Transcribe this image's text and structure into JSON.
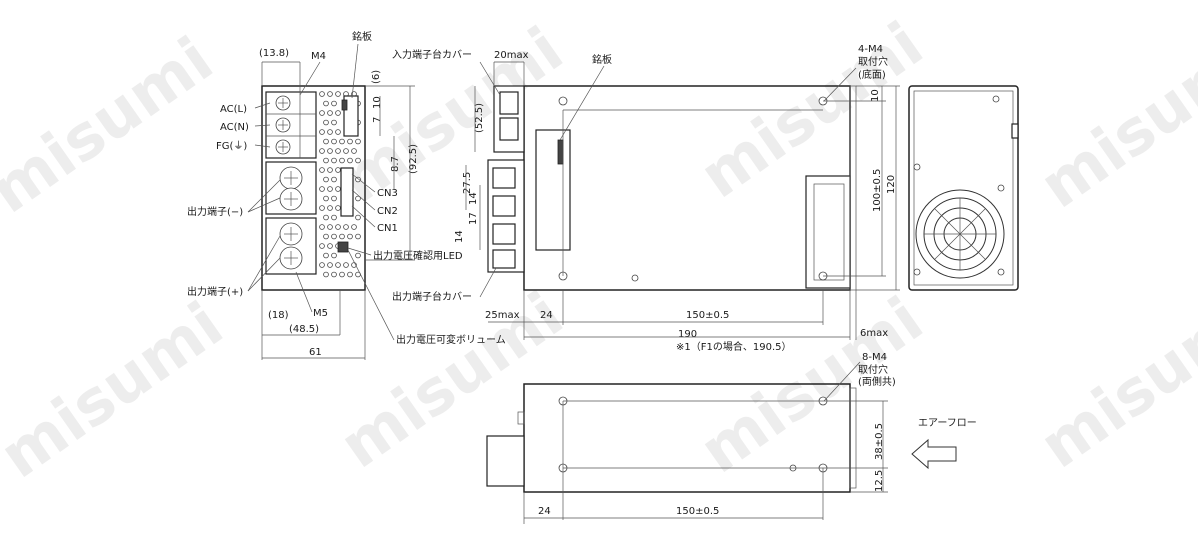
{
  "watermark": "misumi",
  "labels": {
    "front": {
      "dim_13_8": "(13.8)",
      "m4": "M4",
      "nameplate": "銘板",
      "ac_l": "AC(L)",
      "ac_n": "AC(N)",
      "fg": "FG(⏚)",
      "out_minus": "出力端子(−)",
      "out_plus": "出力端子(+)",
      "cn3": "CN3",
      "cn2": "CN2",
      "cn1": "CN1",
      "led": "出力電圧確認用LED",
      "vr": "出力電圧可変ボリューム",
      "dim_18": "(18)",
      "m5": "M5",
      "dim_48_5": "(48.5)",
      "dim_61": "61",
      "dim_6": "(6)",
      "dim_10": "10",
      "dim_7": "7",
      "dim_8_7": "8.7",
      "dim_92_5": "(92.5)"
    },
    "side": {
      "input_cover": "入力端子台カバー",
      "dim_20max": "20max",
      "nameplate": "銘板",
      "dim_52_5": "(52.5)",
      "dim_27_5": "27.5",
      "dim_14a": "14",
      "dim_17": "17",
      "dim_14b": "14",
      "output_cover": "出力端子台カバー",
      "dim_25max": "25max",
      "dim_24": "24",
      "dim_150": "150±0.5",
      "dim_190": "190",
      "note_190_5": "※1（F1の場合、190.5）",
      "dim_6max": "6max",
      "m4_holes": "4-M4",
      "m4_holes_sub1": "取付穴",
      "m4_holes_sub2": "(底面)",
      "dim_10r": "10",
      "dim_100": "100±0.5",
      "dim_120": "120"
    },
    "bottom": {
      "m4_holes": "8-M4",
      "m4_holes_sub1": "取付穴",
      "m4_holes_sub2": "(両側共)",
      "dim_38": "38±0.5",
      "dim_12_5": "12.5",
      "dim_24": "24",
      "dim_150": "150±0.5",
      "airflow": "エアーフロー"
    }
  }
}
